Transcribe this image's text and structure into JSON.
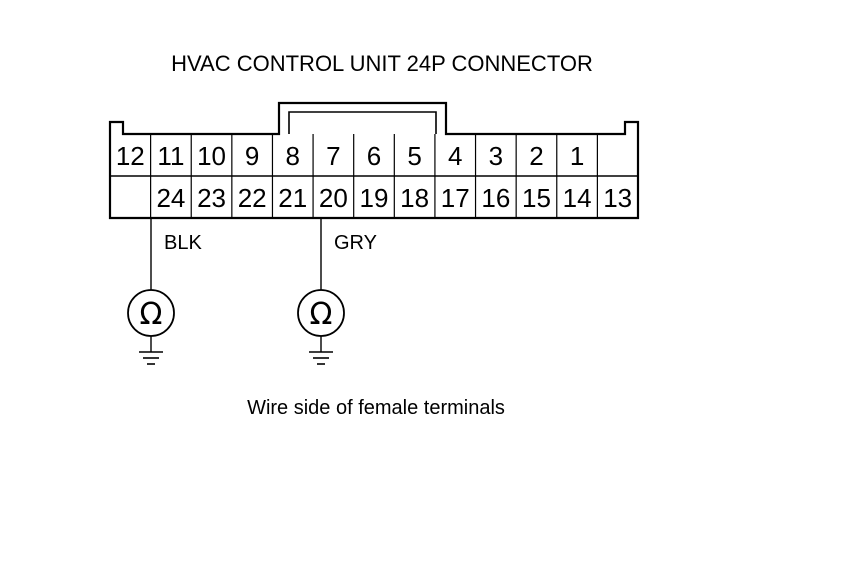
{
  "title": "HVAC CONTROL UNIT 24P CONNECTOR",
  "caption": "Wire side of female terminals",
  "connector": {
    "top_row": [
      "12",
      "11",
      "10",
      "9",
      "8",
      "7",
      "6",
      "5",
      "4",
      "3",
      "2",
      "1",
      ""
    ],
    "bottom_row": [
      "",
      "24",
      "23",
      "22",
      "21",
      "20",
      "19",
      "18",
      "17",
      "16",
      "15",
      "14",
      "13"
    ]
  },
  "probes": [
    {
      "terminal": "24",
      "wire_color": "BLK",
      "symbol": "Ω"
    },
    {
      "terminal": "20",
      "wire_color": "GRY",
      "symbol": "Ω"
    }
  ]
}
